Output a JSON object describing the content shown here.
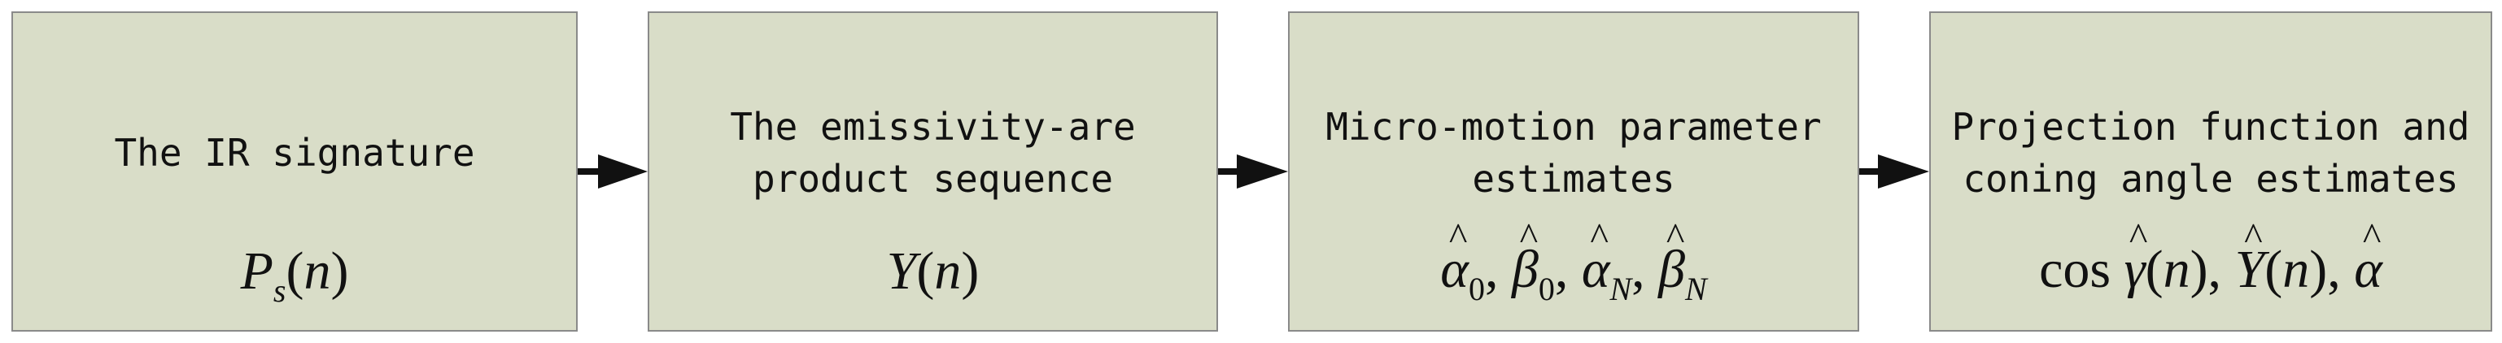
{
  "blocks": [
    {
      "label": "The IR signature",
      "formula": "Ps(n)"
    },
    {
      "label": "The emissivity-are\nproduct sequence",
      "formula": "Y(n)"
    },
    {
      "label": "Micro-motion parameter\nestimates",
      "formula": "α̂0, β̂0, α̂N, β̂N"
    },
    {
      "label": "Projection function and\nconing angle estimates",
      "formula": "cos γ̂(n), Ŷ(n), α̂"
    }
  ],
  "colors": {
    "box_fill": "#d9ddc8",
    "box_border": "#8a8a8a",
    "arrow": "#111111"
  }
}
